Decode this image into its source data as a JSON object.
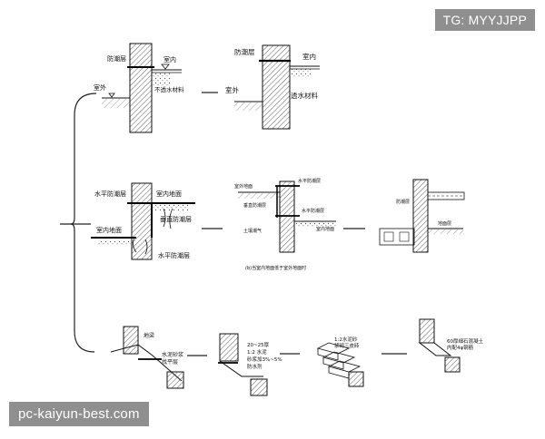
{
  "watermarks": {
    "top_right": "TG: MYYJJPP",
    "bottom_left": "pc-kaiyun-best.com"
  },
  "row1": {
    "d1": {
      "dpc": "防潮层",
      "indoor": "室内",
      "outdoor": "室外",
      "impermeable": "不透水材料"
    },
    "d2": {
      "dpc": "防潮层",
      "indoor": "室内",
      "outdoor": "室外",
      "permeable": "透水材料"
    }
  },
  "row2": {
    "d1": {
      "h_dpc_top": "水平防潮层",
      "floor_top": "室内地面",
      "floor_left": "室内地面",
      "v_dpc": "垂直防潮层",
      "h_dpc_bottom": "水平防潮层"
    },
    "d2": {
      "outdoor_ground": "室外地面",
      "h_dpc_top": "水平防潮层",
      "v_dpc": "垂直防潮层",
      "h_dpc_mid": "水平防潮层",
      "indoor_floor": "室内地面",
      "moisture": "土壤潮气",
      "caption": "(b)当室内地面低于室外地面时"
    },
    "d3": {
      "l1": "防潮层",
      "l2": "地面层"
    }
  },
  "row3": {
    "d1": {
      "beam": "地梁",
      "mortar_line1": "水泥砂浆",
      "mortar_line2": "找平层"
    },
    "d2": {
      "l1": "20~25厚",
      "l2": "1:2 水泥",
      "l3": "砂浆加3%~5%",
      "l4": "防水剂"
    },
    "d3": {
      "l1": "1:2水泥砂",
      "l2": "浆砌三皮砖"
    },
    "d4": {
      "l1": "60厚细石混凝土",
      "l2": "内配4φ钢筋"
    }
  }
}
